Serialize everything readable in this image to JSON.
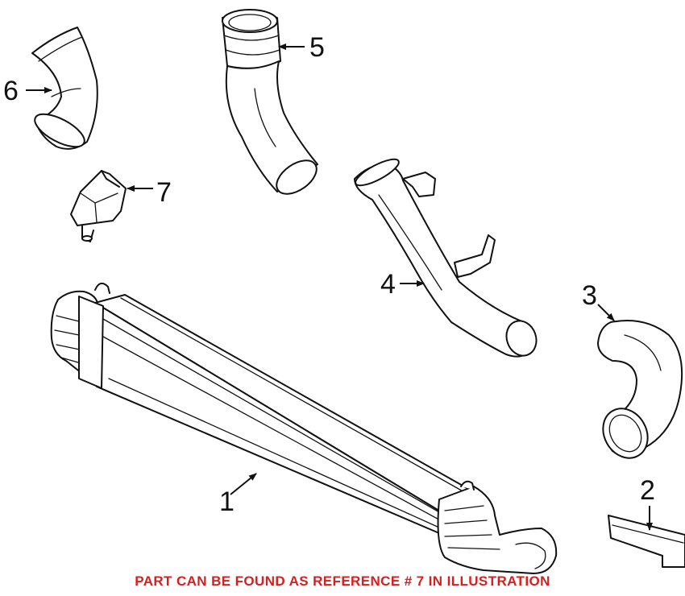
{
  "diagram": {
    "callouts": [
      {
        "id": "1",
        "label": "1"
      },
      {
        "id": "2",
        "label": "2"
      },
      {
        "id": "3",
        "label": "3"
      },
      {
        "id": "4",
        "label": "4"
      },
      {
        "id": "5",
        "label": "5"
      },
      {
        "id": "6",
        "label": "6"
      },
      {
        "id": "7",
        "label": "7"
      }
    ],
    "notice": "PART CAN BE FOUND AS REFERENCE # 7 IN ILLUSTRATION",
    "colors": {
      "line": "#111111",
      "notice": "#d81e1e",
      "background": "#ffffff"
    }
  }
}
